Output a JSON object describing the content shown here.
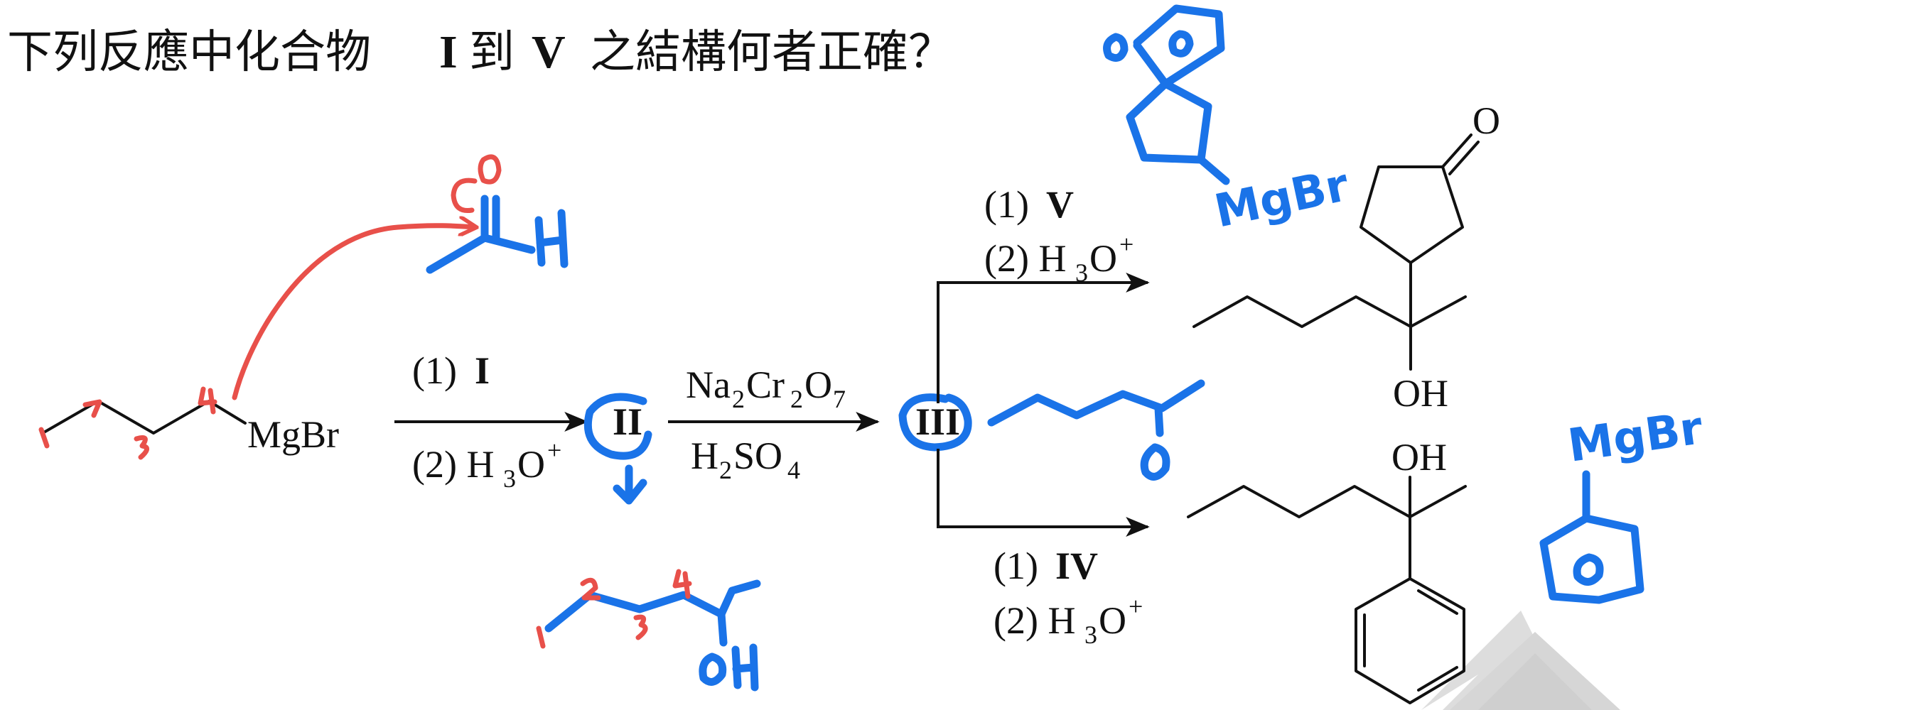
{
  "question": {
    "part1": "下列反應中化合物",
    "compound_i": "I",
    "part2": "到",
    "compound_v": "V",
    "part3": "之結構何者正確？"
  },
  "reagents": {
    "start_group": "MgBr",
    "step1_a_num": "(1)",
    "step1_a_cmpd": "I",
    "step1_b_num": "(2) H",
    "step1_b_sub": "3",
    "step1_b_o": "O",
    "step1_b_sup": "+",
    "cmpd_ii": "II",
    "ox_na": "Na",
    "ox_na_sub": "2",
    "ox_cr": "Cr",
    "ox_cr_sub": "2",
    "ox_o": "O",
    "ox_o_sub": "7",
    "acid_h": "H",
    "acid_h_sub": "2",
    "acid_so": "SO",
    "acid_so_sub": "4",
    "cmpd_iii": "III",
    "top_a_num": "(1)",
    "top_a_cmpd": "V",
    "top_b_num": "(2) H",
    "top_b_sub": "3",
    "top_b_o": "O",
    "top_b_sup": "+",
    "bot_a_num": "(1)",
    "bot_a_cmpd": "IV",
    "bot_b_num": "(2) H",
    "bot_b_sub": "3",
    "bot_b_o": "O",
    "bot_b_sup": "+",
    "ketone_o": "O",
    "oh_top": "OH",
    "oh_bottom": "OH"
  },
  "annotations": {
    "acetal_o1": "O",
    "acetal_o2": "O",
    "mgbr_top": "MgBr",
    "ketone_o_hand": "O",
    "aldehyde_o": "O",
    "aldehyde_h": "H",
    "mgbr_right": "MgBr",
    "ring_o": "O",
    "alcohol_oh": "OH",
    "num_1a": "1",
    "num_2a": "2",
    "num_3a": "3",
    "num_4a": "4",
    "num_1b": "1",
    "num_2b": "2",
    "num_3b": "3",
    "num_4b": "4"
  },
  "colors": {
    "ink": "#111111",
    "blue_annotation": "#1a73e8",
    "red_annotation": "#e8504a",
    "watermark": "#d9d9d9"
  }
}
